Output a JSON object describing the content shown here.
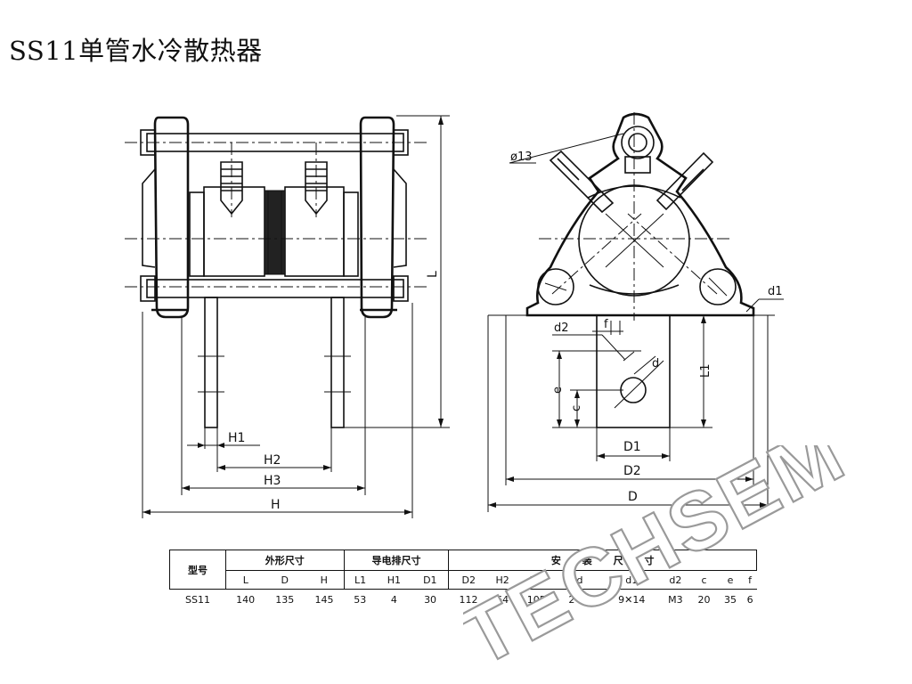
{
  "title": "SS11单管水冷散热器",
  "labels": {
    "L": "L",
    "H1": "H1",
    "H2": "H2",
    "H3": "H3",
    "H": "H",
    "phi13": "ø13",
    "d1": "d1",
    "d2": "d2",
    "f": "f",
    "d": "d",
    "e": "e",
    "c": "c",
    "L1": "L1",
    "D1": "D1",
    "D2": "D2",
    "D": "D"
  },
  "table": {
    "header_model": "型号",
    "group_outline": "外形尺寸",
    "group_bus": "导电排尺寸",
    "group_install": [
      "安",
      "装",
      "尺",
      "寸"
    ],
    "columns": [
      "L",
      "D",
      "H",
      "L1",
      "H1",
      "D1",
      "D2",
      "H2",
      "H3",
      "d",
      "d1",
      "d2",
      "c",
      "e",
      "f"
    ],
    "rows": [
      {
        "model": "SS11",
        "values": [
          "140",
          "135",
          "145",
          "53",
          "4",
          "30",
          "112",
          "64",
          "105",
          "2-φ9",
          "9✕14",
          "M3",
          "20",
          "35",
          "6"
        ]
      }
    ]
  },
  "watermark": "TECHSEM"
}
